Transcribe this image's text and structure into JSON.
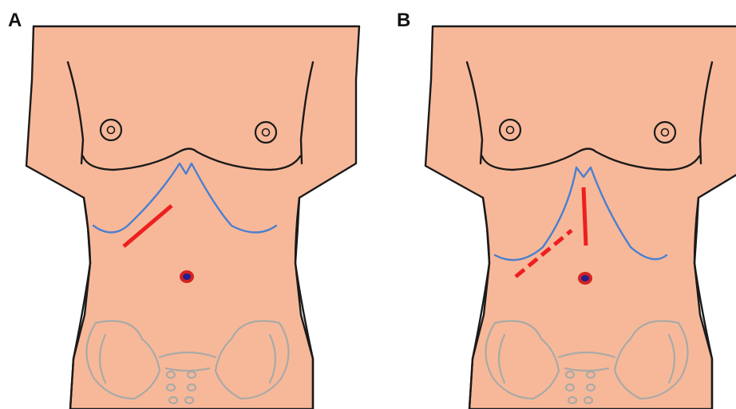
{
  "panels": [
    {
      "label": "A",
      "incisions": [
        "oblique-solid"
      ]
    },
    {
      "label": "B",
      "incisions": [
        "vertical-solid",
        "oblique-dashed"
      ]
    }
  ],
  "colors": {
    "skin": "#f7b899",
    "outline": "#1a1a1a",
    "costal_margin": "#4a7fd0",
    "incision": "#ee1f1f",
    "umbilicus_ring": "#d3221f",
    "umbilicus_center": "#22208f",
    "pelvis": "#a9aaa6",
    "background": "#ffffff"
  }
}
